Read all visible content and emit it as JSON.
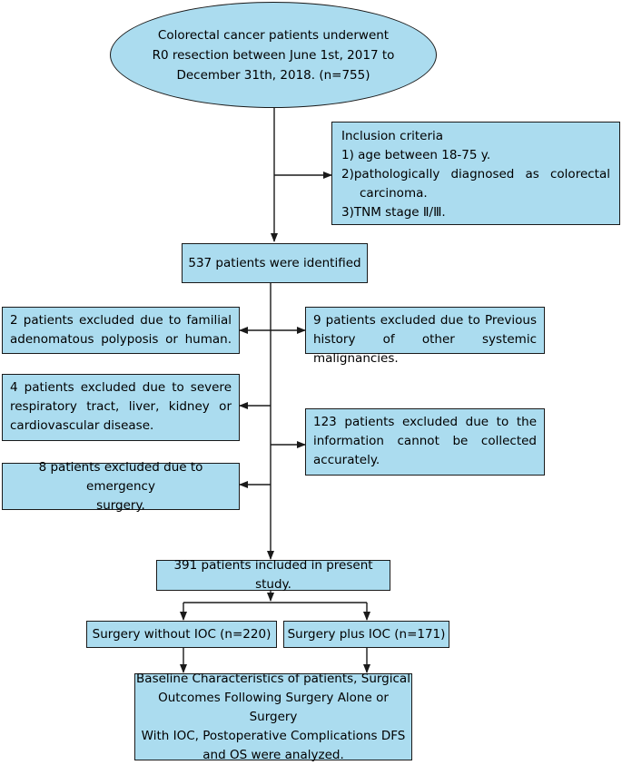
{
  "start": {
    "lines": [
      "Colorectal cancer patients underwent",
      "R0 resection between June 1st, 2017 to",
      "December 31th, 2018. (n=755)"
    ]
  },
  "inclusion": {
    "title": "Inclusion criteria",
    "item1": "1) age between 18-75 y.",
    "item2a": "2)pathologically diagnosed as colorectal",
    "item2b": "carcinoma.",
    "item3": "3)TNM stage Ⅱ/Ⅲ."
  },
  "identified": "537 patients were identified",
  "excl_familial": [
    "2 patients excluded due to familial",
    "adenomatous polyposis or human."
  ],
  "excl_history": [
    "9 patients excluded due to Previous",
    "history of other systemic malignancies."
  ],
  "excl_disease": [
    "4 patients excluded due to severe",
    "respiratory tract, liver, kidney or",
    "cardiovascular disease."
  ],
  "excl_info": [
    "123 patients excluded due to the",
    "information cannot be collected",
    "accurately."
  ],
  "excl_emergency": [
    "8 patients excluded due to emergency",
    "surgery."
  ],
  "included": "391 patients included in present study.",
  "group_without": "Surgery without IOC (n=220)",
  "group_plus": "Surgery plus IOC (n=171)",
  "outcome": [
    "Baseline Characteristics of patients, Surgical",
    "Outcomes Following Surgery Alone or Surgery",
    "With IOC, Postoperative Complications DFS",
    "and OS were analyzed."
  ],
  "colors": {
    "box_fill": "#abdcef",
    "stroke": "#1a1a1a"
  }
}
